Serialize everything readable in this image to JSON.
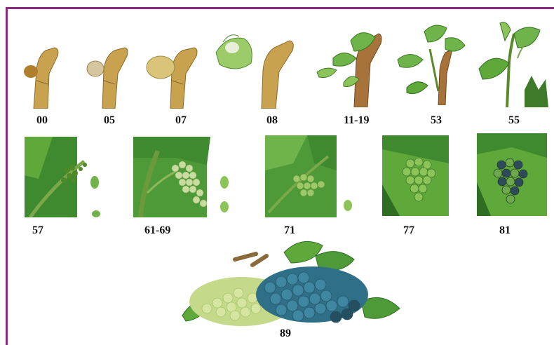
{
  "stages": [
    {
      "id": "s00",
      "label": "00"
    },
    {
      "id": "s05",
      "label": "05"
    },
    {
      "id": "s07",
      "label": "07"
    },
    {
      "id": "s08",
      "label": "08"
    },
    {
      "id": "s11",
      "label": "11-19"
    },
    {
      "id": "s53",
      "label": "53"
    },
    {
      "id": "s55",
      "label": "55"
    },
    {
      "id": "s57",
      "label": "57"
    },
    {
      "id": "s61",
      "label": "61-69"
    },
    {
      "id": "s71",
      "label": "71"
    },
    {
      "id": "s77",
      "label": "77"
    },
    {
      "id": "s81",
      "label": "81"
    },
    {
      "id": "s89",
      "label": "89"
    }
  ],
  "colors": {
    "border": "#8a2a7d",
    "wood": "#c9a24f",
    "wood_dark": "#8a6a2a",
    "leaf": "#5fa83a",
    "leaf_dark": "#2f6e22",
    "grape_green": "#b9d37a",
    "grape_blue": "#2f6f88"
  }
}
